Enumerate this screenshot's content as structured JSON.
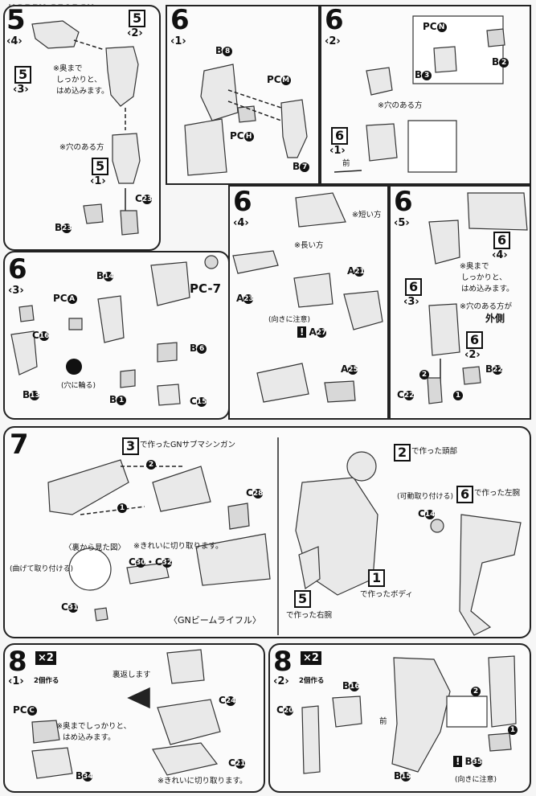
{
  "watermark": "HOBBY SEARCH",
  "steps": {
    "s5": {
      "num": "5",
      "sub": "‹4›",
      "ref1": "5",
      "ref1_sub": "‹2›",
      "ref2": "5",
      "ref2_sub": "‹3›",
      "ref3": "5",
      "ref3_sub": "‹1›",
      "note1": "※奥まで",
      "note2": "しっかりと、",
      "note3": "はめ込みます。",
      "hole": "※穴のある方",
      "partB": "B",
      "partB_n": "23",
      "partC": "C",
      "partC_n": "23"
    },
    "s6_1": {
      "num": "6",
      "sub": "‹1›",
      "b1": "B",
      "b1_n": "8",
      "pcm": "PC",
      "pcm_n": "M",
      "pch": "PC",
      "pch_n": "H",
      "b2": "B",
      "b2_n": "7"
    },
    "s6_2": {
      "num": "6",
      "sub": "‹2›",
      "pcn": "PC",
      "pcn_n": "N",
      "b1": "B",
      "b1_n": "2",
      "b2": "B",
      "b2_n": "3",
      "hole": "※穴のある方",
      "ref": "6",
      "ref_sub": "‹1›",
      "front": "前"
    },
    "s6_3": {
      "num": "6",
      "sub": "‹3›",
      "pca": "PC",
      "pca_n": "A",
      "b14": "B",
      "b14_n": "14",
      "c16": "C",
      "c16_n": "16",
      "b13": "B",
      "b13_n": "13",
      "pc7": "PC-7",
      "b6": "B",
      "b6_n": "6",
      "b1": "B",
      "b1_n": "1",
      "c15": "C",
      "c15_n": "15",
      "cut": "(穴に輪る)"
    },
    "s6_4": {
      "num": "6",
      "sub": "‹4›",
      "short": "※短い方",
      "long": "※長い方",
      "a23": "A",
      "a23_n": "23",
      "a21": "A",
      "a21_n": "21",
      "a27": "A",
      "a27_n": "27",
      "a25": "A",
      "a25_n": "25",
      "orient": "(向きに注意)"
    },
    "s6_5": {
      "num": "6",
      "sub": "‹5›",
      "ref1": "6",
      "ref1_sub": "‹4›",
      "ref2": "6",
      "ref2_sub": "‹3›",
      "ref3": "6",
      "ref3_sub": "‹2›",
      "note1": "※奥まで",
      "note2": "しっかりと、",
      "note3": "はめ込みます。",
      "hole1": "※穴のある方が",
      "hole2": "外側",
      "b22": "B",
      "b22_n": "22",
      "c22": "C",
      "c22_n": "22",
      "arrow1": "1",
      "arrow2": "2"
    },
    "s7": {
      "num": "7",
      "ref3": "3",
      "ref3_text": "で作ったGNサブマシンガン",
      "arrow1": "1",
      "arrow2": "2",
      "c28": "C",
      "c28_n": "28",
      "clean": "※きれいに切り取ります。",
      "c30": "C",
      "c30_n": "30",
      "c32": "C",
      "c32_n": "32",
      "c31": "C",
      "c31_n": "31",
      "back_view": "〈裏から見た図〉",
      "rifle": "〈GNビームライフル〉",
      "bend": "(曲げて取り付ける)",
      "ref2": "2",
      "ref2_text": "で作った頭部",
      "attach": "(可動取り付ける)",
      "c14": "C",
      "c14_n": "14",
      "ref6": "6",
      "ref6_text": "で作った左腕",
      "ref1": "1",
      "ref1_text": "で作ったボディ",
      "ref5": "5",
      "ref5_text": "で作った右腕"
    },
    "s8_1": {
      "num": "8",
      "sub": "‹1›",
      "x2": "×2",
      "make2": "2個作る",
      "flip": "裏返します",
      "c24": "C",
      "c24_n": "24",
      "pcc": "PC",
      "pcc_n": "C",
      "note1": "※奥までしっかりと、",
      "note2": "はめ込みます。",
      "b34": "B",
      "b34_n": "34",
      "c21": "C",
      "c21_n": "21",
      "clean": "※きれいに切り取ります。"
    },
    "s8_2": {
      "num": "8",
      "sub": "‹2›",
      "x2": "×2",
      "make2": "2個作る",
      "b16": "B",
      "b16_n": "16",
      "c20": "C",
      "c20_n": "20",
      "front": "前",
      "b15": "B",
      "b15_n": "15",
      "b35": "B",
      "b35_n": "35",
      "orient": "(向きに注意)",
      "arrow1": "1",
      "arrow2": "2"
    }
  }
}
